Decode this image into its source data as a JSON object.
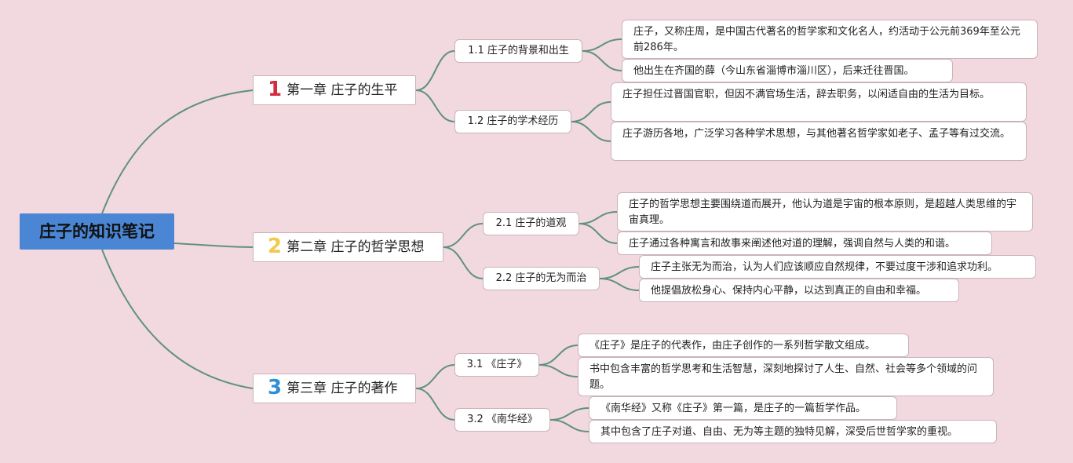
{
  "root": {
    "title": "庄子的知识笔记"
  },
  "colors": {
    "background": "#f2d9df",
    "root_fill": "#4a86d4",
    "line": "#5f9180",
    "num1": "#d42c3c",
    "num2": "#f2c94c",
    "num3": "#2d8fd8"
  },
  "chapters": [
    {
      "num": "1",
      "label": "第一章 庄子的生平",
      "sections": [
        {
          "label": "1.1 庄子的背景和出生",
          "leaves": [
            "庄子，又称庄周，是中国古代著名的哲学家和文化名人，约活动于公元前369年至公元前286年。",
            "他出生在齐国的薛（今山东省淄博市淄川区），后来迁往晋国。"
          ]
        },
        {
          "label": "1.2 庄子的学术经历",
          "leaves": [
            "庄子担任过晋国官职，但因不满官场生活，辞去职务，以闲适自由的生活为目标。",
            "庄子游历各地，广泛学习各种学术思想，与其他著名哲学家如老子、孟子等有过交流。"
          ]
        }
      ]
    },
    {
      "num": "2",
      "label": "第二章 庄子的哲学思想",
      "sections": [
        {
          "label": "2.1 庄子的道观",
          "leaves": [
            "庄子的哲学思想主要围绕道而展开，他认为道是宇宙的根本原则，是超越人类思维的宇宙真理。",
            "庄子通过各种寓言和故事来阐述他对道的理解，强调自然与人类的和谐。"
          ]
        },
        {
          "label": "2.2 庄子的无为而治",
          "leaves": [
            "庄子主张无为而治，认为人们应该顺应自然规律，不要过度干涉和追求功利。",
            "他提倡放松身心、保持内心平静，以达到真正的自由和幸福。"
          ]
        }
      ]
    },
    {
      "num": "3",
      "label": "第三章 庄子的著作",
      "sections": [
        {
          "label": "3.1 《庄子》",
          "leaves": [
            "《庄子》是庄子的代表作，由庄子创作的一系列哲学散文组成。",
            "书中包含丰富的哲学思考和生活智慧，深刻地探讨了人生、自然、社会等多个领域的问题。"
          ]
        },
        {
          "label": "3.2 《南华经》",
          "leaves": [
            "《南华经》又称《庄子》第一篇，是庄子的一篇哲学作品。",
            "其中包含了庄子对道、自由、无为等主题的独特见解，深受后世哲学家的重视。"
          ]
        }
      ]
    }
  ]
}
